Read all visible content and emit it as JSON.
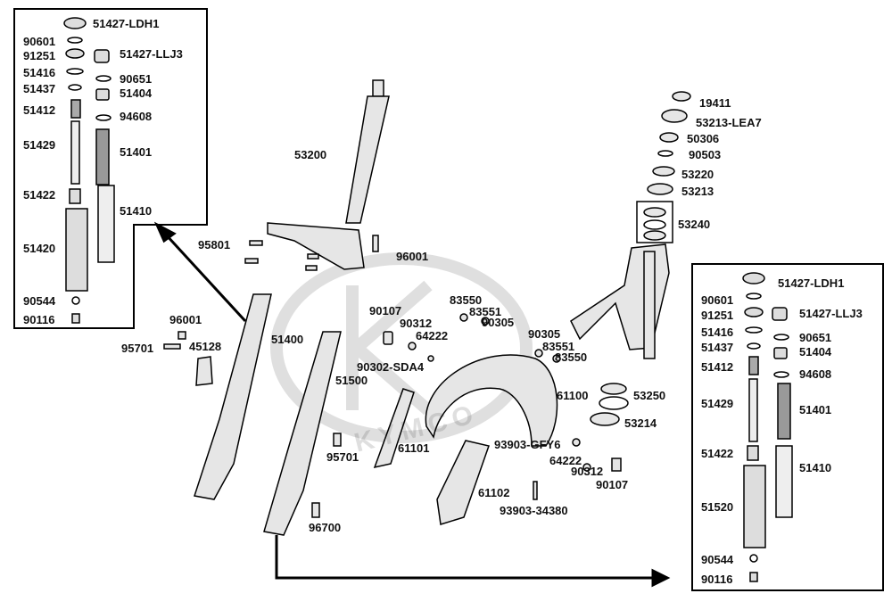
{
  "diagram": {
    "watermark_text": "KYMCO",
    "labels_box_left": [
      "51427-LDH1",
      "90601",
      "91251",
      "51427-LLJ3",
      "51416",
      "90651",
      "51437",
      "51404",
      "51412",
      "94608",
      "51429",
      "51401",
      "51422",
      "51410",
      "51420",
      "90544",
      "90116"
    ],
    "labels_main": [
      "53200",
      "95801",
      "96001",
      "83550",
      "83551",
      "90107",
      "90312",
      "90305",
      "64222",
      "90305",
      "83551",
      "83550",
      "96001",
      "45128",
      "95701",
      "51400",
      "90302-SDA4",
      "51500",
      "61100",
      "53250",
      "61101",
      "53214",
      "93903-GFY6",
      "95701",
      "64222",
      "90312",
      "61102",
      "90107",
      "96700",
      "93903-34380"
    ],
    "labels_headset": [
      "19411",
      "53213-LEA7",
      "50306",
      "90503",
      "53220",
      "53213",
      "53240"
    ],
    "labels_box_right": [
      "51427-LDH1",
      "90601",
      "91251",
      "51427-LLJ3",
      "51416",
      "90651",
      "51437",
      "51404",
      "51412",
      "94608",
      "51429",
      "51401",
      "51422",
      "51410",
      "51520",
      "90544",
      "90116"
    ]
  }
}
